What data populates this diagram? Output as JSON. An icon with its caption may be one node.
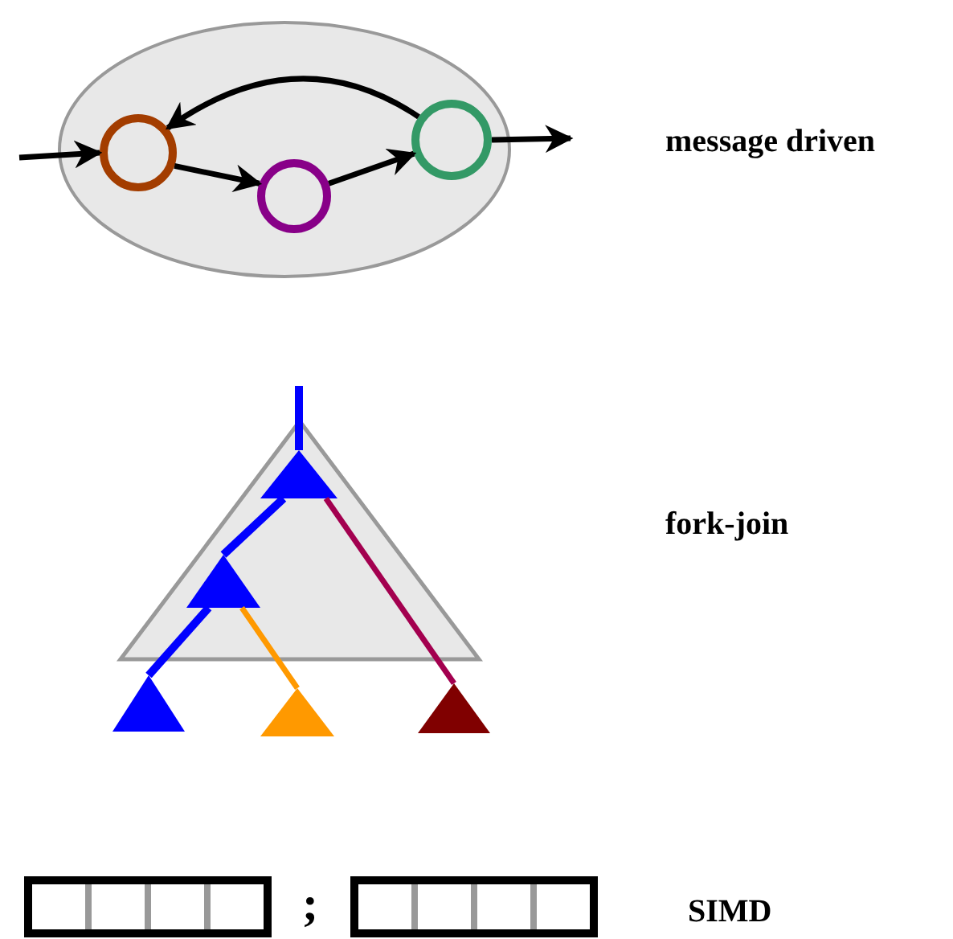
{
  "diagram": {
    "nodes": [
      {
        "text": [],
        "shape": "ellipse"
      },
      {
        "text": [],
        "shape": "circle",
        "in": 0
      },
      {
        "text": [],
        "shape": "circle",
        "in": 0
      },
      {
        "text": [],
        "shape": "circle",
        "in": 0
      },
      {
        "text": [],
        "shape": "triangle"
      },
      {
        "text": [],
        "shape": "triangle",
        "in": 4
      },
      {
        "text": [],
        "shape": "triangle",
        "in": 4
      },
      {
        "text": [],
        "shape": "triangle"
      },
      {
        "text": [],
        "shape": "triangle"
      },
      {
        "text": [],
        "shape": "triangle"
      }
    ],
    "edges": [
      {
        "from": null,
        "to": 1,
        "arrow": "to"
      },
      {
        "from": 1,
        "to": 2,
        "arrow": "to"
      },
      {
        "from": 2,
        "to": 3,
        "arrow": "to"
      },
      {
        "from": 3,
        "to": 1,
        "arrow": "to"
      },
      {
        "from": 3,
        "to": null,
        "arrow": "to"
      },
      {
        "from": null,
        "to": 5,
        "arrow": "none",
        "color": "#0000ff"
      },
      {
        "from": 5,
        "to": 6,
        "arrow": "none",
        "color": "#0000ff"
      },
      {
        "from": 6,
        "to": 7,
        "arrow": "none",
        "color": "#0000ff"
      },
      {
        "from": 6,
        "to": 8,
        "arrow": "none",
        "color": "#ff9900"
      },
      {
        "from": 5,
        "to": 9,
        "arrow": "none",
        "color": "#a3004f"
      }
    ],
    "labels": [
      "message driven",
      "fork-join",
      ";",
      "SIMD"
    ]
  }
}
